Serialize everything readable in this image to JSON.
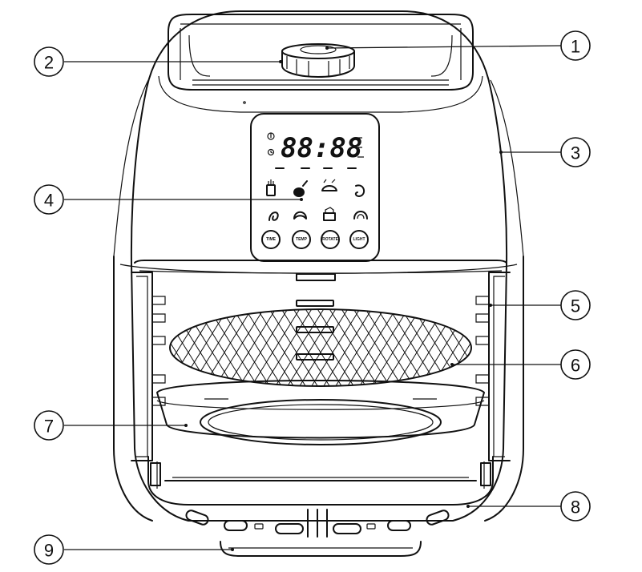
{
  "display": {
    "digits": "88:88"
  },
  "buttons": [
    {
      "id": "time",
      "label": "TIME"
    },
    {
      "id": "temp",
      "label": "TEMP"
    },
    {
      "id": "rotate",
      "label": "ROTATE"
    },
    {
      "id": "light",
      "label": "LIGHT"
    }
  ],
  "callouts": [
    "1",
    "2",
    "3",
    "4",
    "5",
    "6",
    "7",
    "8",
    "9"
  ]
}
